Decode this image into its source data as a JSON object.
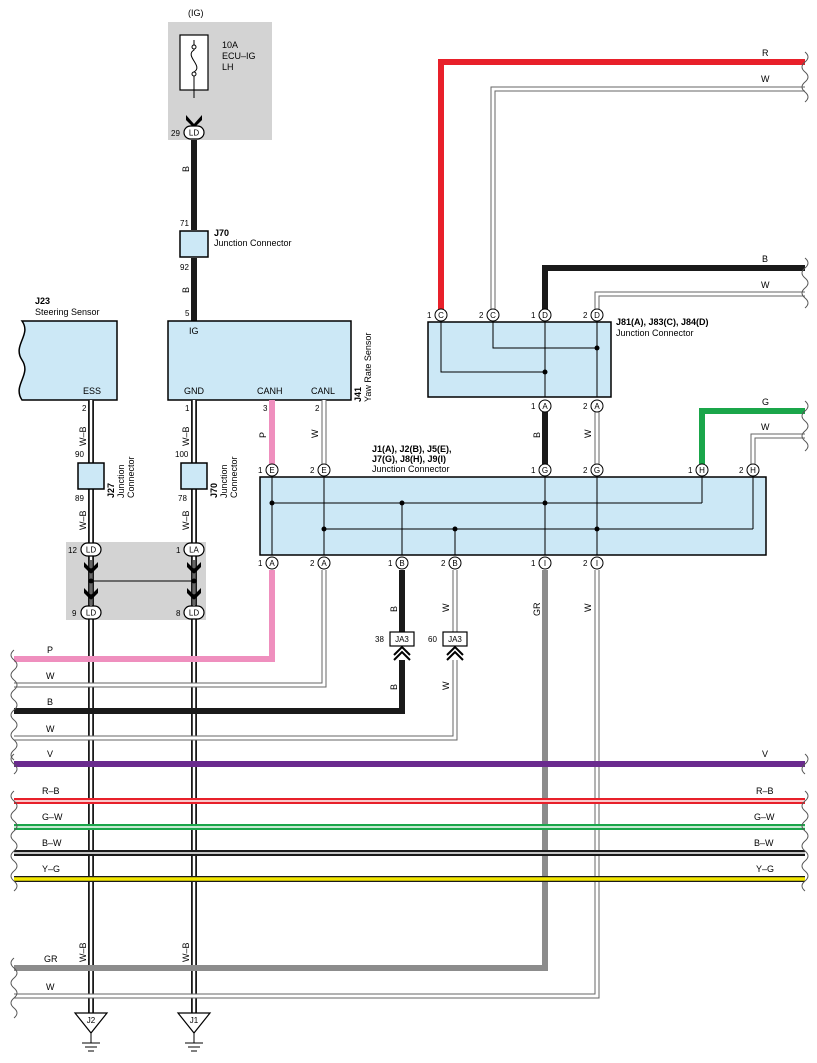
{
  "fuse": {
    "group": "(IG)",
    "rating": "10A",
    "name_line1": "ECU–IG",
    "name_line2": "LH"
  },
  "pins": {
    "ld29": "29",
    "ld29_tag": "LD",
    "j70_top": "71",
    "j70_bot": "92",
    "ig_pin": "5",
    "ess_pin": "2",
    "gnd_pin": "1",
    "canh_pin": "3",
    "canl_pin": "2",
    "j27_top": "90",
    "j27_bot": "89",
    "j70b_top": "100",
    "j70b_bot": "78",
    "ld12": "12",
    "ld12_tag": "LD",
    "la1": "1",
    "la1_tag": "LA",
    "ld9": "9",
    "ld9_tag": "LD",
    "ld8": "8",
    "ld8_tag": "LD",
    "c1": "1",
    "c2": "2",
    "d1": "1",
    "d2": "2",
    "a1": "1",
    "a2": "2",
    "e1": "1",
    "e2": "2",
    "g1": "1",
    "g2": "2",
    "h1": "1",
    "h2": "2",
    "ja1": "1",
    "ja2": "2",
    "b1": "1",
    "b2": "2",
    "i1": "1",
    "i2": "2",
    "ja3_38": "38",
    "ja3_60": "60"
  },
  "tags": {
    "C": "C",
    "D": "D",
    "A": "A",
    "E": "E",
    "G": "G",
    "H": "H",
    "B": "B",
    "I": "I",
    "JA3": "JA3"
  },
  "components": {
    "j70_code": "J70",
    "j70_name": "Junction Connector",
    "j23_code": "J23",
    "j23_name": "Steering Sensor",
    "ess": "ESS",
    "j41_code": "J41",
    "j41_name": "Yaw Rate Sensor",
    "ig": "IG",
    "gnd": "GND",
    "canh": "CANH",
    "canl": "CANL",
    "j27_code": "J27",
    "j27_name1": "Junction",
    "j27_name2": "Connector",
    "j70b_code": "J70",
    "j70b_name1": "Junction",
    "j70b_name2": "Connector",
    "j81_code": "J81(A), J83(C), J84(D)",
    "j81_name": "Junction Connector",
    "j1_code1": "J1(A), J2(B), J5(E),",
    "j1_code2": "J7(G), J8(H), J9(I)",
    "j1_name": "Junction Connector",
    "ground_j2": "J2",
    "ground_j1": "J1"
  },
  "wire_labels": {
    "b_fuse": "B",
    "b_j70": "B",
    "wb_ess": "W–B",
    "wb_ess2": "W–B",
    "wb_gnd": "W–B",
    "wb_gnd2": "W–B",
    "p_canh": "P",
    "w_canl": "W",
    "b_a1": "B",
    "w_a2": "W",
    "b_b1": "B",
    "w_b2": "W",
    "b_ja3": "B",
    "w_ja3": "W",
    "gr_i1": "GR",
    "w_i2": "W",
    "wb_j2": "W–B",
    "wb_j1": "W–B"
  },
  "bus": {
    "r_top": "R",
    "w_top": "W",
    "b_mid": "B",
    "w_mid": "W",
    "g_right": "G",
    "w_right": "W",
    "p_left": "P",
    "w_left1": "W",
    "b_left": "B",
    "w_left2": "W",
    "v_left": "V",
    "v_right": "V",
    "rb_left": "R–B",
    "rb_right": "R–B",
    "gw_left": "G–W",
    "gw_right": "G–W",
    "bw_left": "B–W",
    "bw_right": "B–W",
    "yg_left": "Y–G",
    "yg_right": "Y–G",
    "gr_left": "GR",
    "w_left3": "W"
  },
  "colors": {
    "connector_fill": "#cce8f6",
    "gray_box": "#d3d3d3",
    "red": "#e8202a",
    "pink": "#ef8fbe",
    "green": "#1aa64a",
    "purple": "#6a2a8e",
    "yellow": "#f2e600",
    "gray_wire": "#8c8c8c",
    "black": "#1a1a1a"
  }
}
